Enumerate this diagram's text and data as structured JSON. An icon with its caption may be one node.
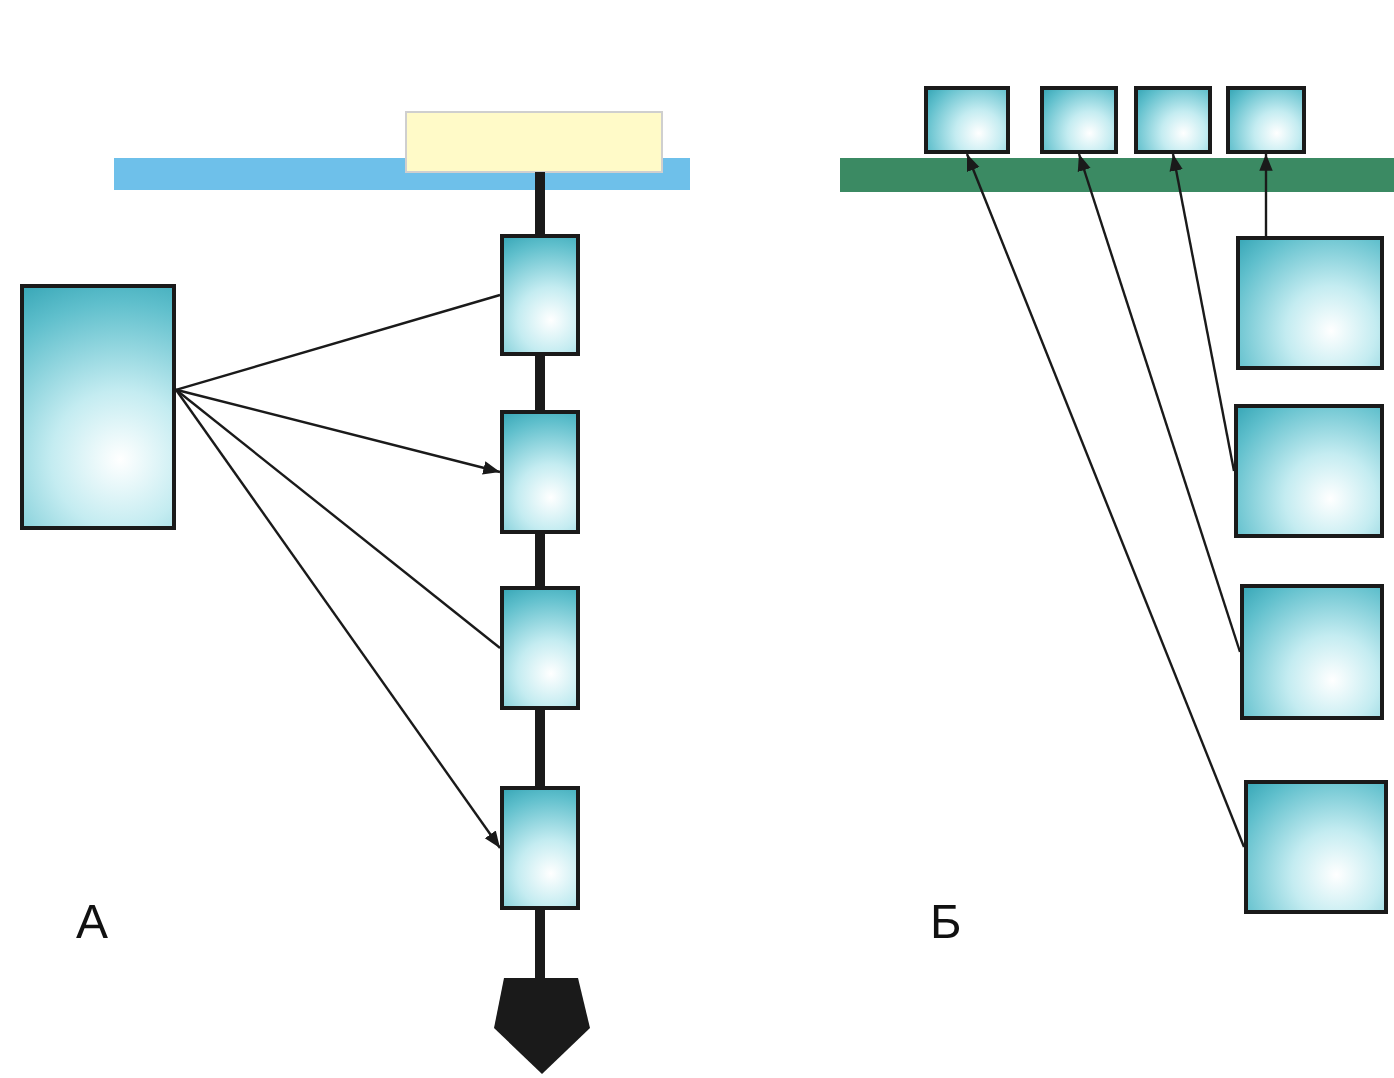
{
  "diagram": {
    "nodes": [
      {
        "text": [],
        "shape": "box"
      },
      {
        "text": [],
        "shape": "box"
      },
      {
        "text": [],
        "shape": "box"
      },
      {
        "text": [],
        "shape": "box"
      },
      {
        "text": [],
        "shape": "box"
      },
      {
        "text": [],
        "shape": "box"
      },
      {
        "text": [],
        "shape": "box"
      },
      {
        "text": [],
        "shape": "box"
      },
      {
        "text": [],
        "shape": "box"
      },
      {
        "text": [],
        "shape": "box"
      },
      {
        "text": [],
        "shape": "box"
      },
      {
        "text": [],
        "shape": "box"
      },
      {
        "text": [],
        "shape": "box"
      }
    ],
    "edges": [
      {
        "from": 0,
        "to": 1,
        "arrow": "none"
      },
      {
        "from": 0,
        "to": 2,
        "arrow": "to"
      },
      {
        "from": 0,
        "to": 3,
        "arrow": "none"
      },
      {
        "from": 0,
        "to": 4,
        "arrow": "to"
      },
      {
        "from": 9,
        "to": 8,
        "arrow": "to"
      },
      {
        "from": 10,
        "to": 7,
        "arrow": "to"
      },
      {
        "from": 11,
        "to": 6,
        "arrow": "to"
      },
      {
        "from": 12,
        "to": 5,
        "arrow": "to"
      }
    ],
    "labels": [
      "А",
      "Б"
    ]
  }
}
